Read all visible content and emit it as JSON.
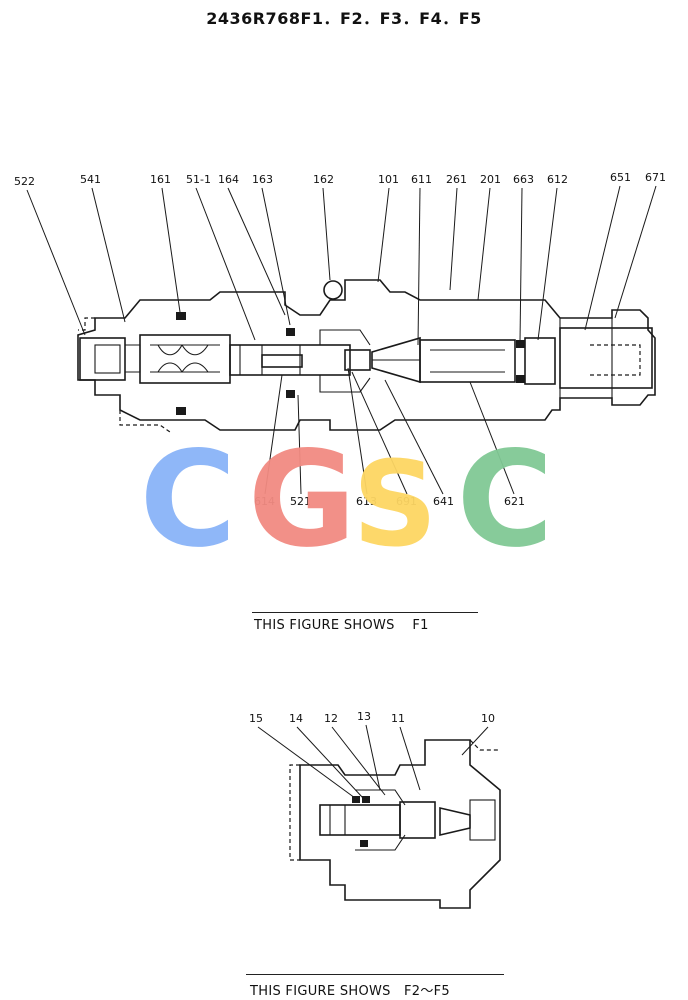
{
  "document": {
    "title": "2436R768F1．F2．F3．F4．F5"
  },
  "figure_f1": {
    "caption": "THIS FIGURE SHOWS    F1",
    "top_labels": [
      "522",
      "541",
      "161",
      "51-1",
      "164",
      "163",
      "162",
      "101",
      "611",
      "261",
      "201",
      "663",
      "612",
      "651",
      "671"
    ],
    "bottom_labels": [
      "614",
      "521",
      "613",
      "691",
      "641",
      "621"
    ]
  },
  "figure_f2": {
    "caption": "THIS FIGURE SHOWS   F2～F5",
    "top_labels": [
      "15",
      "14",
      "12",
      "13",
      "11",
      "10"
    ]
  },
  "watermark": {
    "letters": [
      "C",
      "G",
      "S",
      "C"
    ],
    "colors": [
      "#8ab4f8",
      "#f28b82",
      "#fdd663",
      "#81c995"
    ]
  }
}
